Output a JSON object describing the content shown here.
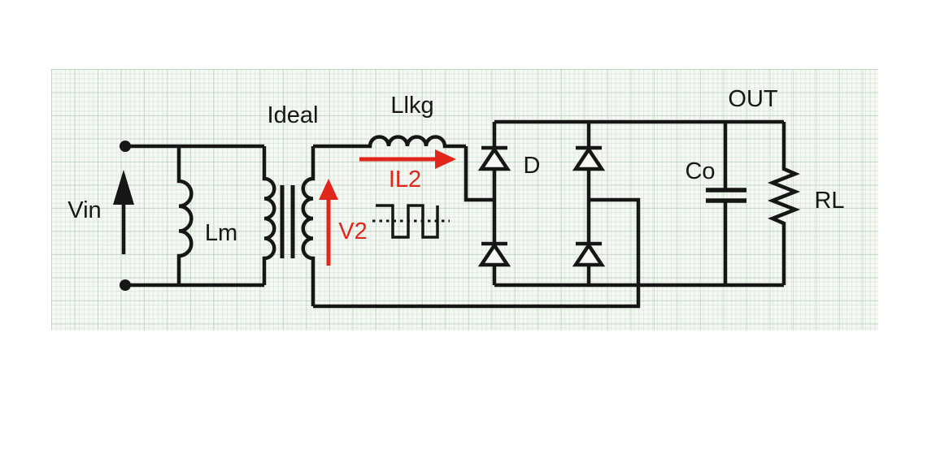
{
  "diagram": {
    "type": "circuit-schematic",
    "description": "Transformer model with leakage inductance feeding a diode bridge rectifier with output capacitor and load",
    "labels": {
      "input_voltage": "Vin",
      "magnetizing_inductance": "Lm",
      "transformer": "Ideal",
      "leakage_inductance": "Llkg",
      "secondary_current": "IL2",
      "secondary_voltage": "V2",
      "diode": "D",
      "output_capacitor": "Co",
      "output_node": "OUT",
      "load_resistor": "RL"
    },
    "colors": {
      "wire": "#161616",
      "annotation_red": "#e1261b",
      "paper_background": "#f6f8f3",
      "grid_line": "#cde0d2",
      "canvas": "#ffffff"
    }
  }
}
